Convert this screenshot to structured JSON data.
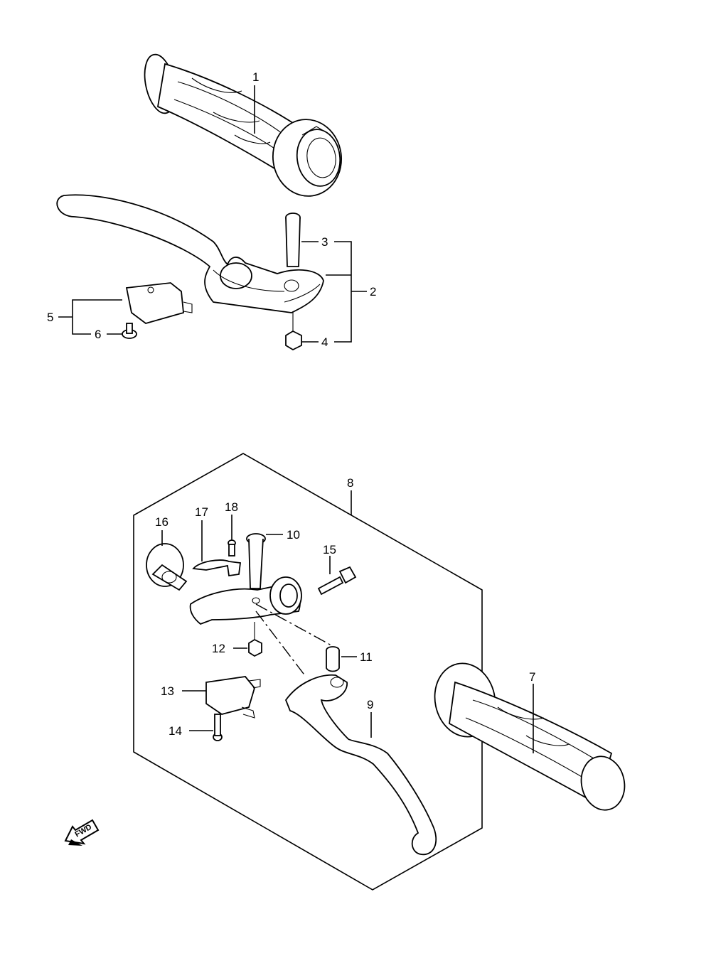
{
  "callouts": {
    "c1": "1",
    "c2": "2",
    "c3": "3",
    "c4": "4",
    "c5": "5",
    "c6": "6",
    "c7": "7",
    "c8": "8",
    "c9": "9",
    "c10": "10",
    "c11": "11",
    "c12": "12",
    "c13": "13",
    "c14": "14",
    "c15": "15",
    "c16": "16",
    "c17": "17",
    "c18": "18"
  },
  "direction_marker": {
    "label": "FWD",
    "icon": "forward-arrow-icon"
  }
}
